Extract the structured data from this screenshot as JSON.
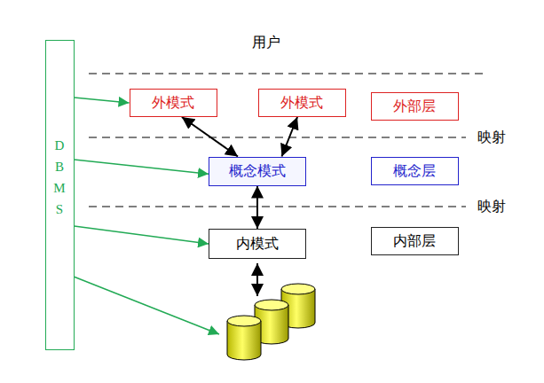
{
  "diagram": {
    "nodes": [
      {
        "text": [
          "DBMS"
        ]
      },
      {
        "text": [
          "外模式"
        ]
      },
      {
        "text": [
          "外模式"
        ]
      },
      {
        "text": [
          "外部层"
        ]
      },
      {
        "text": [
          "概念模式"
        ]
      },
      {
        "text": [
          "概念层"
        ]
      },
      {
        "text": [
          "内模式"
        ]
      },
      {
        "text": [
          "内部层"
        ]
      }
    ],
    "edges": [
      {
        "from": 0,
        "to": 1,
        "arrow": "to"
      },
      {
        "from": 0,
        "to": 4,
        "arrow": "to"
      },
      {
        "from": 0,
        "to": 6,
        "arrow": "to"
      },
      {
        "from": 1,
        "to": 4,
        "arrow": "both"
      },
      {
        "from": 2,
        "to": 4,
        "arrow": "both"
      },
      {
        "from": 4,
        "to": 6,
        "arrow": "both"
      }
    ],
    "labels": [
      "用户",
      "映射",
      "映射"
    ]
  }
}
